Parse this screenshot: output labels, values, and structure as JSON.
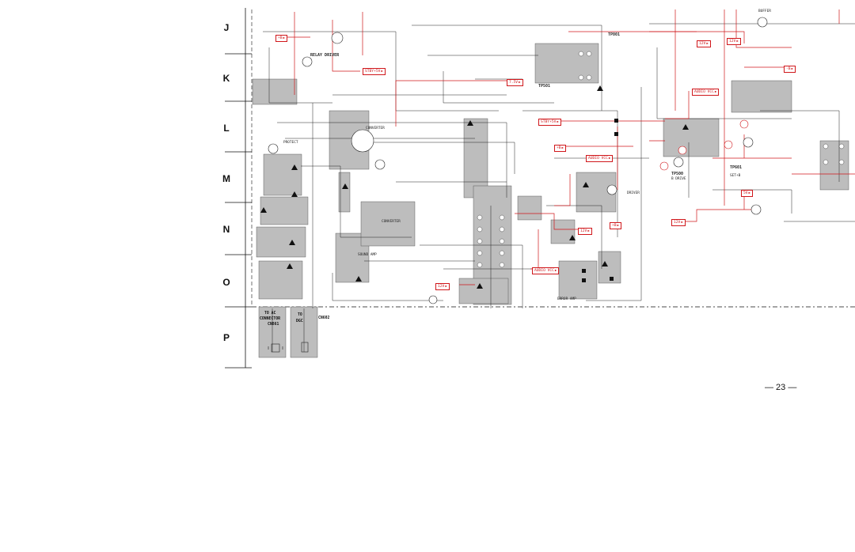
{
  "row_letters": [
    "J",
    "K",
    "L",
    "M",
    "N",
    "O",
    "P"
  ],
  "page_number": "— 23 —",
  "signal_tags": {
    "b_plus_left": "+B",
    "stby_5v_1": "STBY+5V",
    "v_7_5": "7.5V",
    "stby_5v_2": "STBY+5V",
    "b_plus_mid": "+B",
    "audio_vcc_1": "AUDIO VCC",
    "v12_1": "12V",
    "v12_2": "12V",
    "audio_vcc_2": "AUDIO VCC",
    "v12_3": "12V",
    "b_plus_right": "+B",
    "v12_right_1": "12V",
    "v5_right": "5V",
    "v12_right_2": "12V",
    "b_plus_far": "-B",
    "audio_vcc_3": "AUDIO VCC"
  },
  "labels": {
    "relay_driver": "RELAY DRIVER",
    "tp801": "TP801",
    "tp501": "TP501",
    "tp601": "TP601",
    "tp500": "TP500",
    "converter": "CONVERTER",
    "protect": "PROTECT",
    "error_amp": "ERROR AMP",
    "sound_amp": "SOUND AMP",
    "buffer": "BUFFER",
    "driver": "DRIVER",
    "set_plus_b": "SET+B",
    "b_drive": "B DRIVE"
  },
  "connectors": {
    "to_ac": "TO AC",
    "connector": "CONNECTOR",
    "cn861": "CN861",
    "to": "TO",
    "dgc": "DGC",
    "cn602": "CN602"
  }
}
